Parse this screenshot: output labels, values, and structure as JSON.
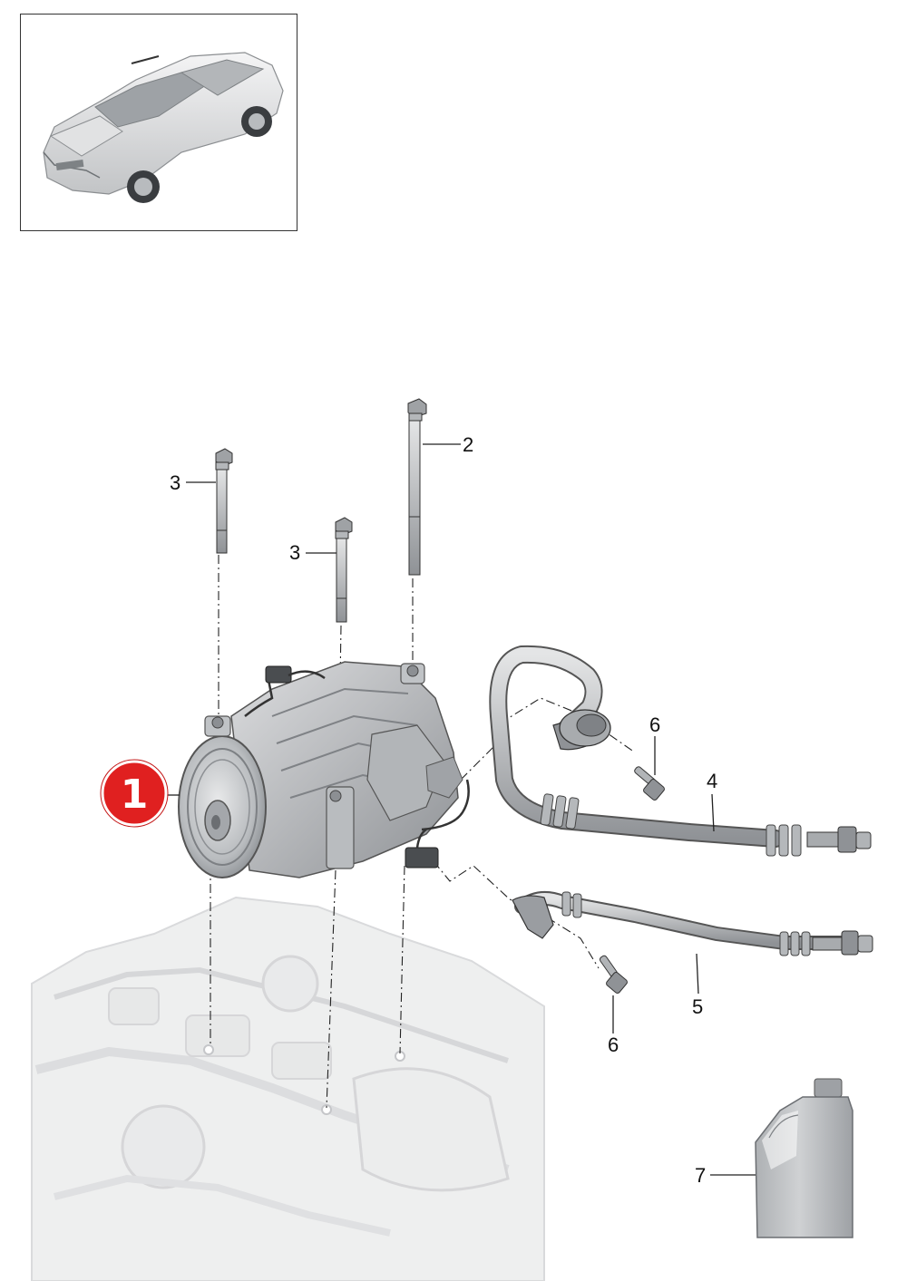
{
  "diagram": {
    "highlight_badge": {
      "label": "1",
      "color": "#e02020"
    },
    "callouts": {
      "bolt_long": "2",
      "bolt_left": "3",
      "bolt_mid": "3",
      "hose_upper": "4",
      "hose_lower": "5",
      "screw_upper": "6",
      "screw_lower": "6",
      "oil_container": "7"
    },
    "colors": {
      "line": "#222222",
      "part_fill": "#c4c6c8",
      "part_shade": "#9fa2a5",
      "engine_fill": "#e6e7e8",
      "engine_edge": "#c8c9cb"
    }
  }
}
